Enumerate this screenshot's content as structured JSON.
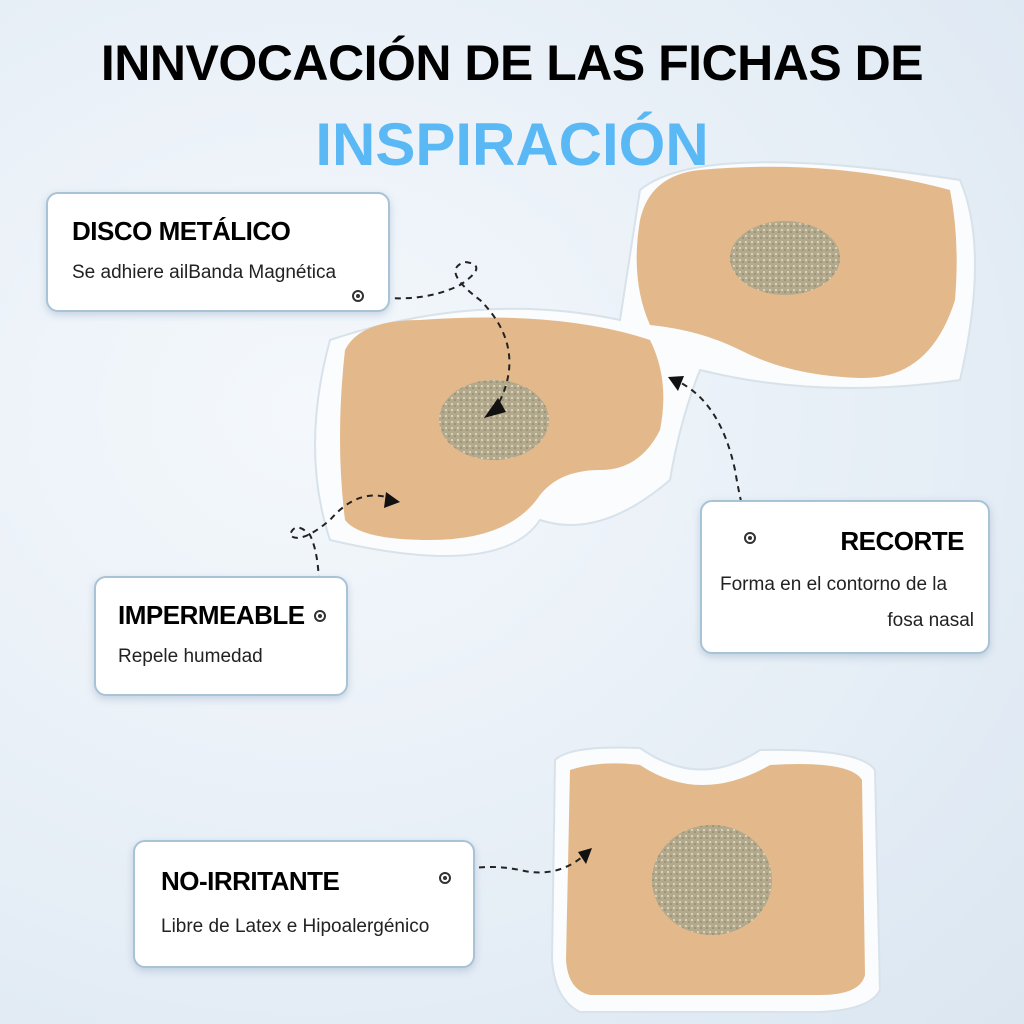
{
  "title": {
    "line1": "INNVOCACIÓN DE LAS FICHAS DE",
    "line2": "INSPIRACIÓN"
  },
  "colors": {
    "accent": "#5ab8f5",
    "patch": "#e3b98c",
    "disc": "#b5ab90"
  },
  "features": [
    {
      "title": "DISCO METÁLICO",
      "description": "Se adhiere ailBanda Magnética"
    },
    {
      "title": "IMPERMEABLE",
      "description": "Repele humedad"
    },
    {
      "title": "RECORTE",
      "description_line1": "Forma en el contorno de la",
      "description_line2": "fosa nasal"
    },
    {
      "title": "NO-IRRITANTE",
      "description": "Libre de Latex e Hipoalergénico"
    }
  ]
}
